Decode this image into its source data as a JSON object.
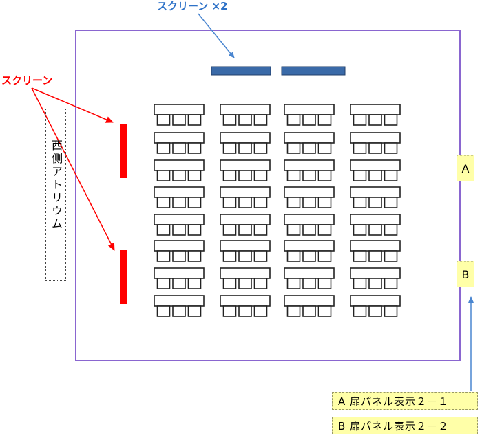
{
  "labels": {
    "top_screen": "スクリーン ×2",
    "side_screen": "スクリーン",
    "atrium": "西側アトリウム",
    "door_a": "A",
    "door_b": "B"
  },
  "legend": [
    {
      "text": "A 扉パネル表示２－１"
    },
    {
      "text": "B 扉パネル表示２－２"
    }
  ],
  "colors": {
    "room_border": "#8a66d0",
    "top_screen_fill": "#3a6aa8",
    "side_screen_fill": "#ff0000",
    "blue_arrow": "#4a86d0",
    "red_arrow": "#ff0000",
    "label_yellow": "#ffffa8"
  },
  "layout_info": {
    "table_columns": 4,
    "table_rows": 8,
    "chairs_per_table": 3,
    "top_screens": 2,
    "side_screens": 2
  }
}
